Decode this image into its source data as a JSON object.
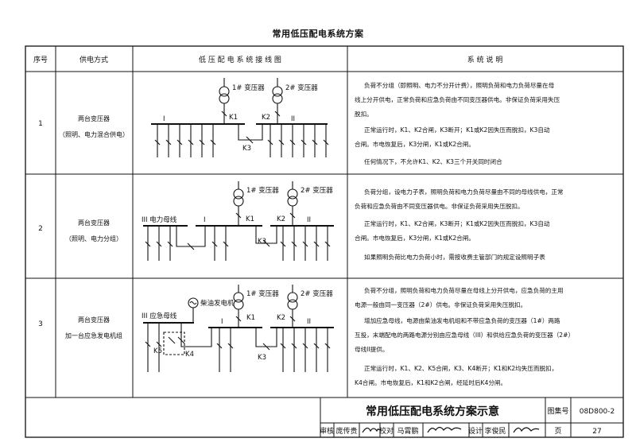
{
  "page_title": "常用低压配电系统方案",
  "headers": {
    "num": "序号",
    "mode": "供电方式",
    "diagram": "低 压 配 电 系 统 接 线 图",
    "desc": "系 统 说 明"
  },
  "rows": [
    {
      "num": "1",
      "mode": [
        "两台变压器",
        "（照明、电力混合供电）"
      ],
      "diagram_labels": {
        "t1": "1# 变压器",
        "t2": "2# 变压器",
        "k1": "K1",
        "k2": "K2",
        "k3": "K3",
        "bus1": "I",
        "bus2": "II"
      },
      "desc": [
        "负荷不分组（即照明、电力不分开计费），照明负荷和电力负荷尽量在母",
        "线上分开供电，正常负荷和应急负荷由不同变压器供电。非保证负荷采用失压",
        "脱扣。",
        "正常运行时，K1、K2合闸，K3断开；K1或K2因失压而脱扣，K3自动",
        "合闸。市电恢复后，K3分闸，K1或K2合闸。",
        "任何情况下，不允许K1、K2、K3三个开关同时闭合"
      ]
    },
    {
      "num": "2",
      "mode": [
        "两台变压器",
        "（照明、电力分组）"
      ],
      "diagram_labels": {
        "t1": "1# 变压器",
        "t2": "2# 变压器",
        "k1": "K1",
        "k2": "K2",
        "k3": "K3",
        "bus3": "III 电力母线",
        "bus1": "I",
        "bus2": "II"
      },
      "desc": [
        "负荷分组，设电力子表，照明负荷和电力负荷尽量由不同的母线供电，正常",
        "负荷和应急负荷由不同变压器供电。非保证负荷采用失压脱扣。",
        "正常运行时，K1、K2合闸，K3断开；K1或K2因失压而脱扣，K3自动",
        "合闸。市电恢复后，K3分闸，K1或K2合闸。",
        "如果照明负荷比电力负荷小时，需按收费主管部门的规定设照明子表"
      ]
    },
    {
      "num": "3",
      "mode": [
        "两台变压器",
        "加一台应急发电机组"
      ],
      "diagram_labels": {
        "gen": "柴油发电机",
        "t1": "1# 变压器",
        "t2": "2# 变压器",
        "k1": "K1",
        "k2": "K2",
        "k3": "K3",
        "k4": "K4",
        "k5": "K5",
        "bus3": "III 应急母线",
        "bus1": "I",
        "bus2": "II"
      },
      "desc": [
        "负荷不分组，照明负荷和电力负荷尽量在母线上分开供电，应急负荷的主用",
        "电源一般由同一变压器（2#）供电。非保证负荷采用失压脱扣。",
        "增加应急母线，电源由柴油发电机组和不带应急负荷的变压器（1#）两路",
        "互投，末端配电的两路电源分别由应急母线（III）和供给应急负荷的变压器（2#）",
        "母线II提供。",
        "正常运行时，K1、K2、K5合闸，K3、K4断开；K1和K2均失压而脱扣，",
        "K4合闸。市电恢复后，K1和K2合闸，经延时后K4分闸。"
      ]
    }
  ],
  "title_block": {
    "title": "常用低压配电系统方案示意",
    "atlas_label": "图集号",
    "atlas_no": "08D800-2",
    "review": "审核",
    "reviewer": "庞传贵",
    "check": "校对",
    "checker": "马霄鹏",
    "design": "设计",
    "designer": "李俊民",
    "page_label": "页",
    "page_no": "27"
  }
}
